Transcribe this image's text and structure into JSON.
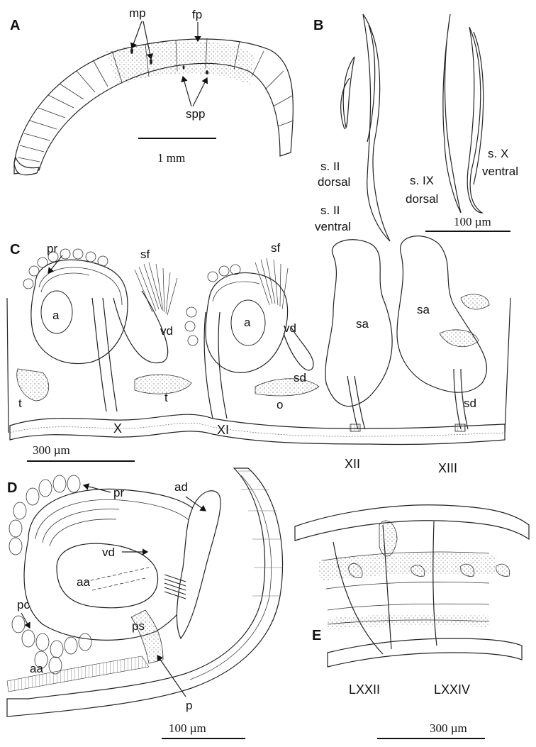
{
  "panels": {
    "A": {
      "letter": "A",
      "labels": {
        "mp": "mp",
        "fp": "fp",
        "spp": "spp"
      },
      "scale": "1 mm"
    },
    "B": {
      "letter": "B",
      "labels": {
        "s2_dorsal": [
          "s. II",
          "dorsal"
        ],
        "s2_ventral": [
          "s. II",
          "ventral"
        ],
        "s9_dorsal": [
          "s. IX",
          "dorsal"
        ],
        "s10_ventral": [
          "s. X",
          "ventral"
        ]
      },
      "scale": "100 µm"
    },
    "C": {
      "letter": "C",
      "labels": {
        "pr": "pr",
        "sf": "sf",
        "a": "a",
        "vd": "vd",
        "t": "t",
        "o": "o",
        "sa": "sa",
        "sd": "sd"
      },
      "segments": [
        "X",
        "XI",
        "XII",
        "XIII"
      ],
      "scale": "300 µm"
    },
    "D": {
      "letter": "D",
      "labels": {
        "pr": "pr",
        "ad": "ad",
        "vd": "vd",
        "aa": "aa",
        "pc": "pc",
        "ps": "ps",
        "p": "p"
      },
      "scale": "100 µm"
    },
    "E": {
      "letter": "E",
      "segments": [
        "LXXII",
        "LXXIV"
      ],
      "scale": "300 µm"
    }
  }
}
